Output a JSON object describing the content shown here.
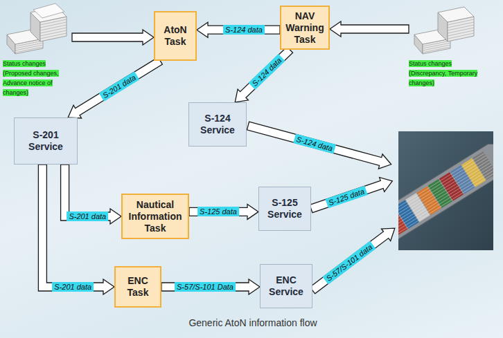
{
  "diagram": {
    "caption": "Generic AtoN information flow",
    "nodes": [
      {
        "text": [
          "Status changes (Proposed changes, Advance notice of changes)"
        ]
      },
      {
        "text": [
          "AtoN Task"
        ]
      },
      {
        "text": [
          "NAV Warning Task"
        ]
      },
      {
        "text": [
          "Status changes (Discrepancy, Temporary changes)"
        ]
      },
      {
        "text": [
          "S-124 Service"
        ]
      },
      {
        "text": [
          "S-201 Service"
        ]
      },
      {
        "text": [
          "Nautical Information Task"
        ]
      },
      {
        "text": [
          "S-125 Service"
        ]
      },
      {
        "text": [
          "ENC Task"
        ]
      },
      {
        "text": [
          "ENC Service"
        ]
      }
    ],
    "edges": [
      {
        "from": 0,
        "to": 1,
        "arrow": "to"
      },
      {
        "from": 3,
        "to": 2,
        "arrow": "to"
      },
      {
        "from": 2,
        "to": 1,
        "label": "S-124 data",
        "arrow": "to"
      },
      {
        "from": 2,
        "to": 4,
        "label": "S-124 data",
        "arrow": "to"
      },
      {
        "from": 1,
        "to": 5,
        "label": "S-201 data",
        "arrow": "to"
      },
      {
        "from": 5,
        "to": 6,
        "label": "S-201 data",
        "arrow": "to"
      },
      {
        "from": 6,
        "to": 7,
        "label": "S-125 data",
        "arrow": "to"
      },
      {
        "from": 5,
        "to": 8,
        "label": "S-201 data",
        "arrow": "to"
      },
      {
        "from": 8,
        "to": 9,
        "label": "S-57/S-101 Data",
        "arrow": "to"
      }
    ],
    "labels": [
      "S-124 data",
      "S-125 data",
      "S-57/S-101 data"
    ]
  }
}
